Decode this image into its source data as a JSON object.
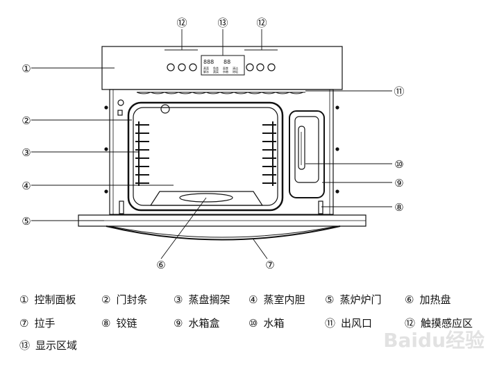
{
  "callouts": {
    "n1": "①",
    "n2": "②",
    "n3": "③",
    "n4": "④",
    "n5": "⑤",
    "n6": "⑥",
    "n7": "⑦",
    "n8": "⑧",
    "n9": "⑨",
    "n10": "⑩",
    "n11": "⑪",
    "n12": "⑫",
    "n13": "⑬"
  },
  "display": {
    "digits_left": "888",
    "digits_right": "88",
    "label_1a": "蒸菜",
    "label_1b": "解冻",
    "label_2a": "鱼类",
    "label_2b": "蔬菜",
    "label_3a": "面食",
    "label_3b": "杂粮",
    "label_4a": "清洁",
    "label_4b": "除垢"
  },
  "legend": [
    {
      "num": "①",
      "text": "控制面板"
    },
    {
      "num": "②",
      "text": "门封条"
    },
    {
      "num": "③",
      "text": "蒸盘搁架"
    },
    {
      "num": "④",
      "text": "蒸室内胆"
    },
    {
      "num": "⑤",
      "text": "蒸炉炉门"
    },
    {
      "num": "⑥",
      "text": "加热盘"
    },
    {
      "num": "⑦",
      "text": "拉手"
    },
    {
      "num": "⑧",
      "text": "铰链"
    },
    {
      "num": "⑨",
      "text": "水箱盒"
    },
    {
      "num": "⑩",
      "text": "水箱"
    },
    {
      "num": "⑪",
      "text": "出风口"
    },
    {
      "num": "⑫",
      "text": "触摸感应区"
    },
    {
      "num": "⑬",
      "text": "显示区域"
    }
  ],
  "watermark": "Baidu经验",
  "colors": {
    "stroke": "#111111",
    "panel": "#ffffff"
  }
}
